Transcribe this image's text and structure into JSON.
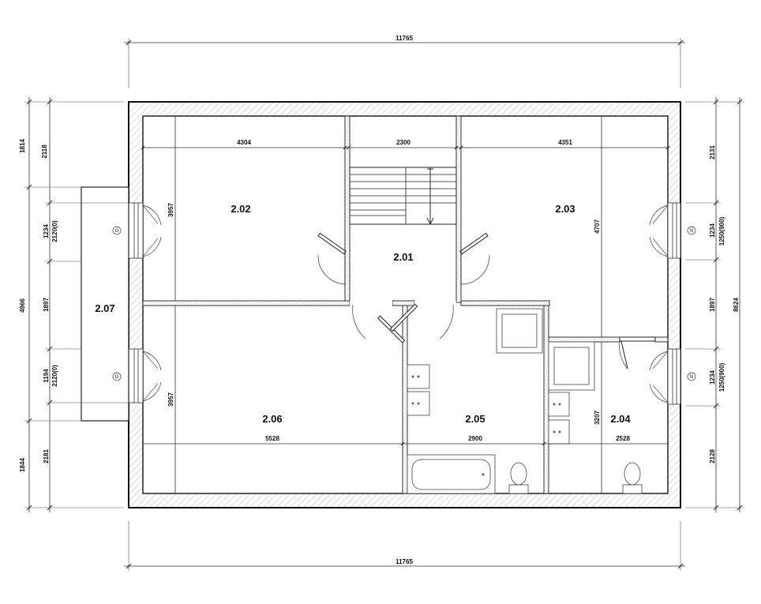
{
  "dimensions": {
    "top_overall": "11765",
    "bottom_overall": "11765",
    "room_2_02_width": "4304",
    "stair_width": "2300",
    "room_2_03_width": "4351",
    "room_2_06_width": "5528",
    "room_2_05_width": "2900",
    "room_2_04_width": "2528",
    "room_2_02_height": "3957",
    "room_2_06_height": "3957",
    "room_2_03_height": "4707",
    "room_2_04_height": "3207",
    "left_outer_1": "1814",
    "left_outer_2": "4966",
    "left_outer_3": "1844",
    "left_inner_1": "2118",
    "left_inner_2": "1234",
    "left_inner_3": "1897",
    "left_inner_4": "1194",
    "left_inner_5": "2181",
    "left_window_1": "2120(0)",
    "left_window_2": "2120(0)",
    "right_inner_1": "2131",
    "right_inner_2": "1234",
    "right_inner_3": "1897",
    "right_inner_4": "1234",
    "right_inner_5": "2128",
    "right_window_1": "1250(900)",
    "right_window_2": "1250(900)",
    "right_outer": "8624"
  },
  "rooms": {
    "r201": "2.01",
    "r202": "2.02",
    "r203": "2.03",
    "r204": "2.04",
    "r205": "2.05",
    "r206": "2.06",
    "r207": "2.07"
  },
  "symbols": {
    "west": "G",
    "east": "N"
  }
}
